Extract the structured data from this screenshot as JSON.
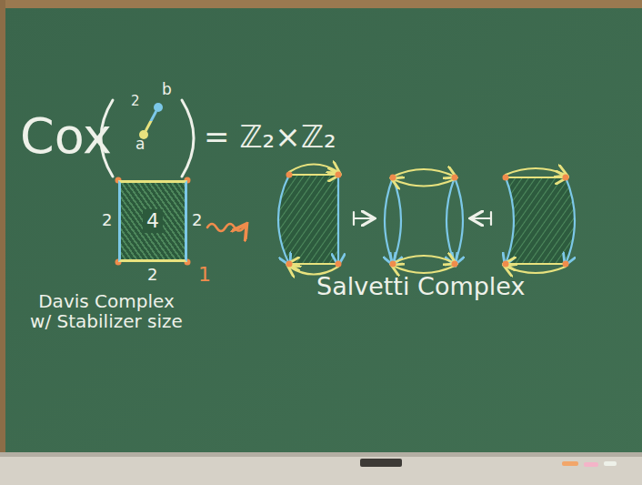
{
  "diagram": {
    "nodes": [
      {
        "text": [
          "b"
        ]
      },
      {
        "text": [
          "a"
        ]
      },
      {
        "text": [
          "4"
        ]
      }
    ],
    "edges": [
      {
        "from": 0,
        "to": 1,
        "arrow": "none",
        "label": "2"
      }
    ],
    "labels": [
      "Cox",
      "= ℤ₂×ℤ₂",
      "2",
      "2",
      "2",
      "1",
      "Davis Complex w/ Stabilizer size",
      "Salvetti Complex"
    ]
  }
}
